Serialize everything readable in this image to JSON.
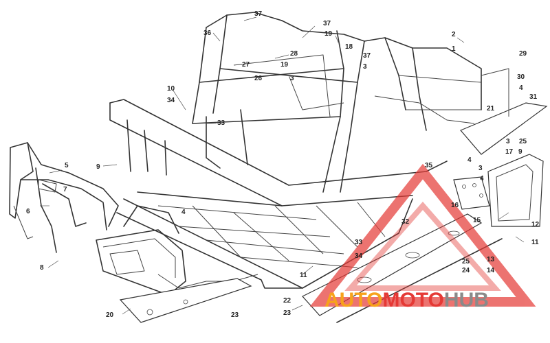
{
  "diagram": {
    "callouts": [
      {
        "id": "c-37a",
        "text": "37"
      },
      {
        "id": "c-37b",
        "text": "37"
      },
      {
        "id": "c-37c",
        "text": "37"
      },
      {
        "id": "c-36",
        "text": "36"
      },
      {
        "id": "c-19a",
        "text": "19"
      },
      {
        "id": "c-18",
        "text": "18"
      },
      {
        "id": "c-2",
        "text": "2"
      },
      {
        "id": "c-1",
        "text": "1"
      },
      {
        "id": "c-28",
        "text": "28"
      },
      {
        "id": "c-27",
        "text": "27"
      },
      {
        "id": "c-19b",
        "text": "19"
      },
      {
        "id": "c-26",
        "text": "26"
      },
      {
        "id": "c-3a",
        "text": "3"
      },
      {
        "id": "c-3b",
        "text": "3"
      },
      {
        "id": "c-29",
        "text": "29"
      },
      {
        "id": "c-30",
        "text": "30"
      },
      {
        "id": "c-4a",
        "text": "4"
      },
      {
        "id": "c-31",
        "text": "31"
      },
      {
        "id": "c-10",
        "text": "10"
      },
      {
        "id": "c-34a",
        "text": "34"
      },
      {
        "id": "c-21",
        "text": "21"
      },
      {
        "id": "c-33a",
        "text": "33"
      },
      {
        "id": "c-25a",
        "text": "25"
      },
      {
        "id": "c-3c",
        "text": "3"
      },
      {
        "id": "c-17",
        "text": "17"
      },
      {
        "id": "c-9a",
        "text": "9"
      },
      {
        "id": "c-9b",
        "text": "9"
      },
      {
        "id": "c-5",
        "text": "5"
      },
      {
        "id": "c-35",
        "text": "35"
      },
      {
        "id": "c-4b",
        "text": "4"
      },
      {
        "id": "c-3d",
        "text": "3"
      },
      {
        "id": "c-4c",
        "text": "4"
      },
      {
        "id": "c-7",
        "text": "7"
      },
      {
        "id": "c-6",
        "text": "6"
      },
      {
        "id": "c-4d",
        "text": "4"
      },
      {
        "id": "c-16",
        "text": "16"
      },
      {
        "id": "c-15",
        "text": "15"
      },
      {
        "id": "c-12",
        "text": "12"
      },
      {
        "id": "c-32",
        "text": "32"
      },
      {
        "id": "c-11a",
        "text": "11"
      },
      {
        "id": "c-33b",
        "text": "33"
      },
      {
        "id": "c-34b",
        "text": "34"
      },
      {
        "id": "c-25b",
        "text": "25"
      },
      {
        "id": "c-13",
        "text": "13"
      },
      {
        "id": "c-24",
        "text": "24"
      },
      {
        "id": "c-14",
        "text": "14"
      },
      {
        "id": "c-8",
        "text": "8"
      },
      {
        "id": "c-11b",
        "text": "11"
      },
      {
        "id": "c-22",
        "text": "22"
      },
      {
        "id": "c-20",
        "text": "20"
      },
      {
        "id": "c-23a",
        "text": "23"
      },
      {
        "id": "c-23b",
        "text": "23"
      }
    ]
  },
  "watermark": {
    "brand_part1": "AUTO",
    "brand_part2": "MOTO",
    "brand_part3": "HUB",
    "color_red": "#e53935",
    "color_orange": "#f7a21b",
    "color_gray": "#8a8a8a"
  }
}
